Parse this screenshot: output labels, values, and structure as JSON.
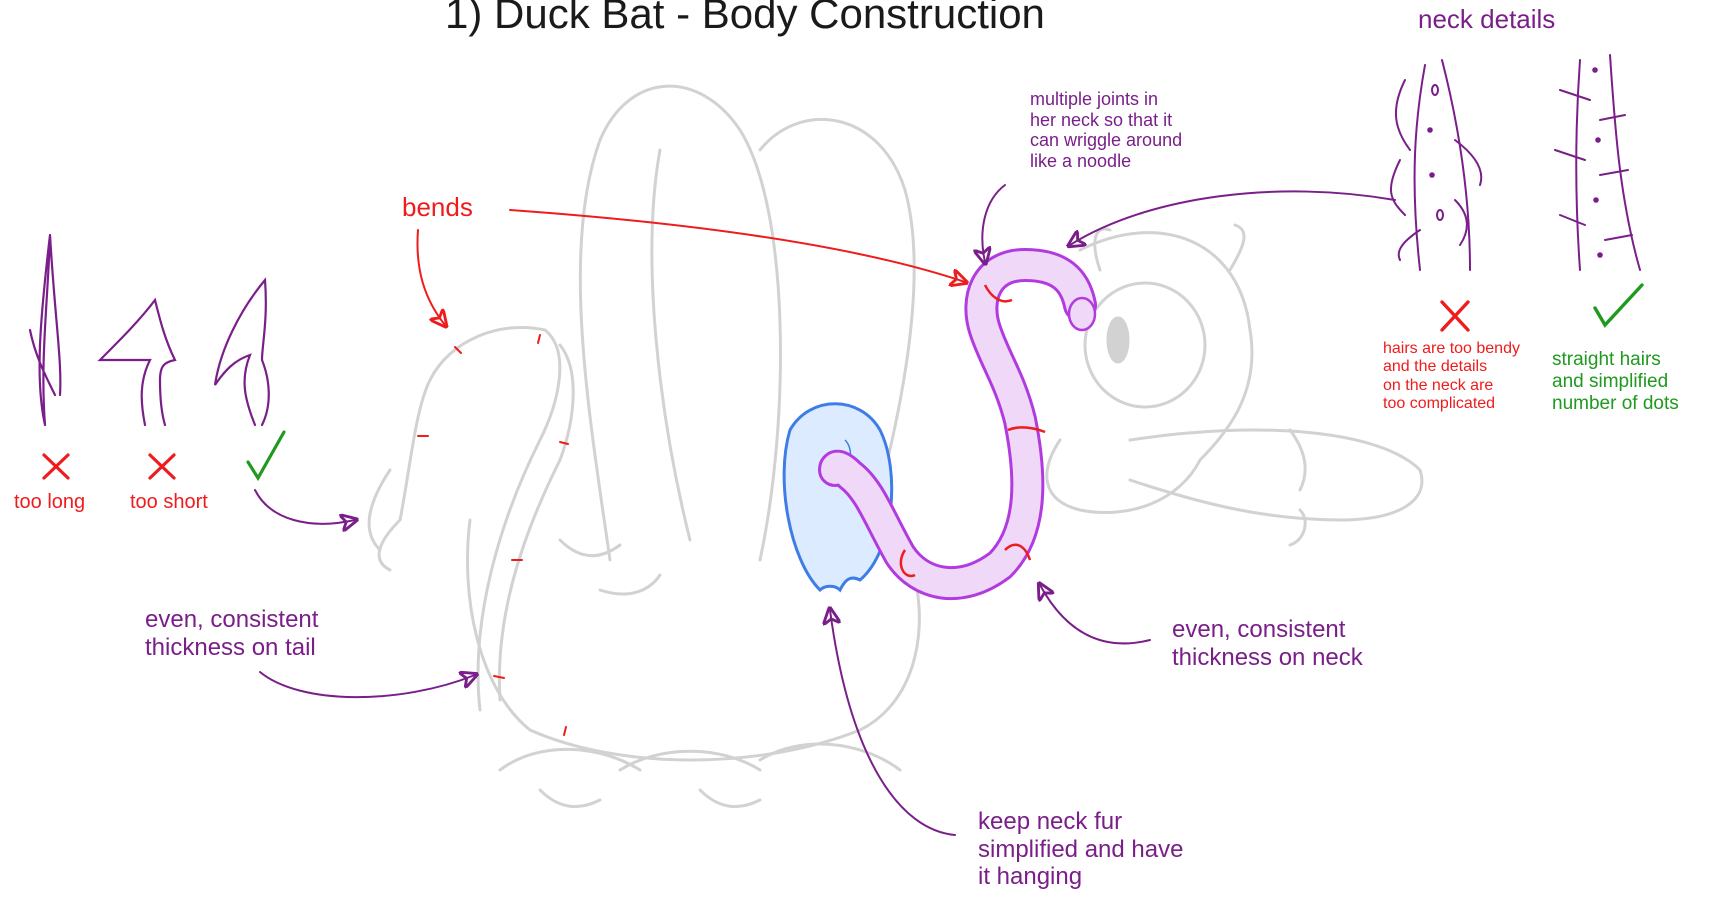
{
  "title": "1) Duck Bat - Body Construction",
  "neck_details": {
    "heading": "neck details",
    "bad_note": "hairs are too bendy\nand the details\non the neck are\ntoo complicated",
    "good_note": "straight hairs\nand simplified\nnumber of dots"
  },
  "tail_tips": {
    "too_long": "too long",
    "too_short": "too short"
  },
  "annotations": {
    "bends": "bends",
    "joints": "multiple joints in\nher neck so that it\ncan wriggle around\nlike a noodle",
    "tail_thickness": "even, consistent\nthickness on tail",
    "neck_thickness": "even, consistent\nthickness on neck",
    "neck_fur": "keep neck fur\nsimplified and have\nit hanging"
  },
  "colors": {
    "annotation_purple": "#7a1f8a",
    "warning_red": "#ee1c1c",
    "ok_green": "#1f9a1f",
    "neck_fill": "#e6c9f3",
    "neck_stroke": "#b23be0",
    "fur_blue": "#3f7de6",
    "sketch_gray": "#d2d2d2"
  }
}
